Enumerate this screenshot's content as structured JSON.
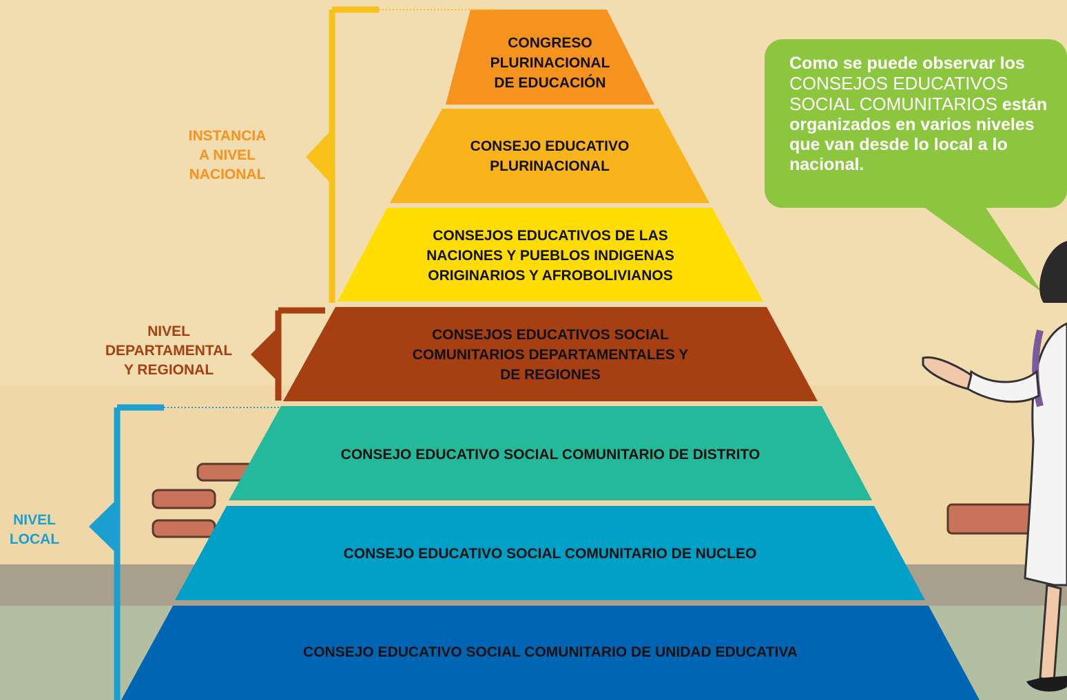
{
  "pyramid": {
    "tiers": [
      {
        "label": "CONGRESO\nPLURINACIONAL\nDE EDUCACIÓN",
        "color": "#f6921e"
      },
      {
        "label": "CONSEJO EDUCATIVO\nPLURINACIONAL",
        "color": "#f9b41b"
      },
      {
        "label": "CONSEJOS EDUCATIVOS DE LAS\nNACIONES Y PUEBLOS INDIGENAS\nORIGINARIOS Y AFROBOLIVIANOS",
        "color": "#ffdd00"
      },
      {
        "label": "CONSEJOS EDUCATIVOS SOCIAL\nCOMUNITARIOS DEPARTAMENTALES Y\nDE REGIONES",
        "color": "#a63f12"
      },
      {
        "label": "CONSEJO EDUCATIVO SOCIAL COMUNITARIO DE DISTRITO",
        "color": "#25b99b"
      },
      {
        "label": "CONSEJO EDUCATIVO SOCIAL COMUNITARIO DE NUCLEO",
        "color": "#00a0c6"
      },
      {
        "label": "CONSEJO EDUCATIVO SOCIAL COMUNITARIO DE UNIDAD EDUCATIVA",
        "color": "#0066b3"
      }
    ]
  },
  "levels": {
    "national": {
      "label": "INSTANCIA\nA NIVEL\nNACIONAL",
      "color": "#f6921e",
      "bracket_color": "#f9c21a"
    },
    "departmental": {
      "label": "NIVEL\nDEPARTAMENTAL\nY REGIONAL",
      "color": "#a63f12",
      "bracket_color": "#a63f12"
    },
    "local": {
      "label": "NIVEL\nLOCAL",
      "color": "#1a9fd0",
      "bracket_color": "#1a9fd0"
    }
  },
  "bubble": {
    "intro": "Como se puede observar los",
    "highlight": "CONSEJOS EDUCATIVOS SOCIAL COMUNITARIOS",
    "rest": "están organizados en varios niveles que van desde lo local a lo nacional.",
    "color": "#8cc63f"
  }
}
